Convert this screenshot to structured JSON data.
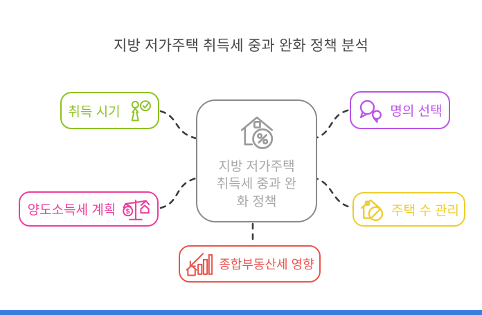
{
  "title": "지방 저가주택 취득세 중과 완화 정책 분석",
  "center": {
    "lines": [
      "지방 저가주택",
      "취득세 중과 완",
      "화 정책"
    ],
    "icon": "house-percent-icon",
    "border_color": "#8a8a8a",
    "text_color": "#a8a8a8",
    "icon_color": "#9a9a9a"
  },
  "nodes": [
    {
      "label": "취득 시기",
      "color": "#8cc220",
      "icon": "person-check-icon"
    },
    {
      "label": "명의 선택",
      "color": "#bc53e8",
      "icon": "chat-bubbles-icon"
    },
    {
      "label": "양도소득세 계획",
      "color": "#ec3f9e",
      "icon": "balance-scale-icon"
    },
    {
      "label": "주택 수 관리",
      "color": "#eecd2b",
      "icon": "house-ban-icon"
    },
    {
      "label": "종합부동산세 영향",
      "color": "#ea544c",
      "icon": "chart-decline-house-icon"
    }
  ],
  "connector_color": "#3c3c3c",
  "footer": {
    "bar_color": "#3b7ce0"
  }
}
